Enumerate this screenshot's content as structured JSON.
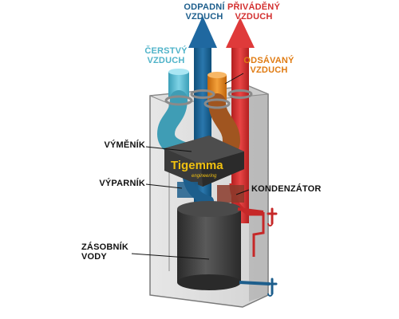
{
  "labels": {
    "odpadni": "ODPADNÍ\nVZDUCH",
    "privadeny": "PŘIVÁDĚNÝ\nVZDUCH",
    "cerstvy": "ČERSTVÝ\nVZDUCH",
    "odsavany": "ODSÁVANÝ\nVZDUCH",
    "vymenik": "VÝMĚNÍK",
    "vyparnik": "VÝPARNÍK",
    "kondenzator": "KONDENZÁTOR",
    "zasobnik": "ZÁSOBNÍK\nVODY"
  },
  "brand": {
    "logo_text": "Tigemma",
    "logo_subtext": "engineering"
  },
  "colors": {
    "odpadni": "#1d5e8c",
    "privadeny": "#d32f2f",
    "cerstvy": "#4fb3c9",
    "odsavany": "#e07b12",
    "text_dark": "#111111",
    "logo": "#f0c010"
  }
}
